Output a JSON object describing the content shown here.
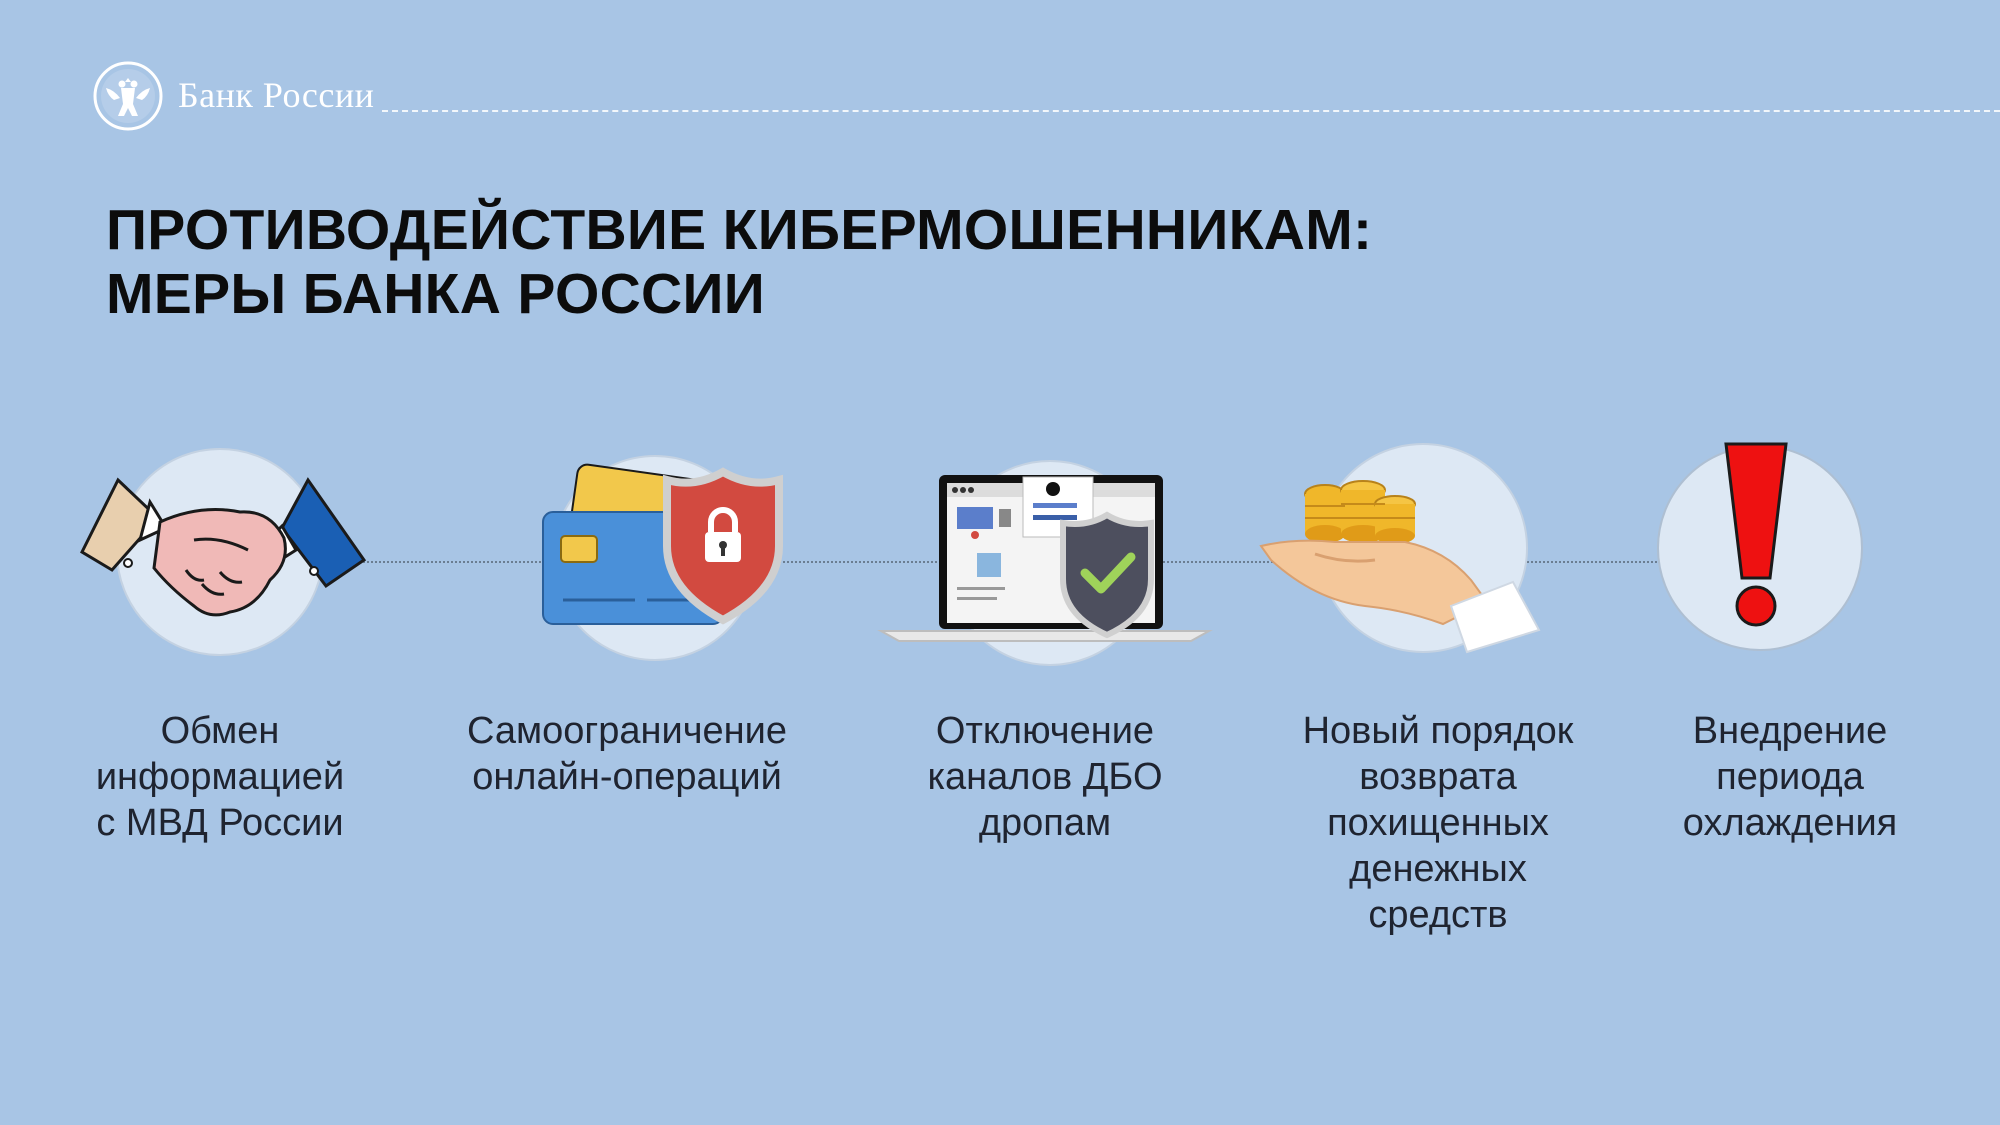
{
  "header": {
    "logo_text": "Банк России"
  },
  "title": {
    "line1": "ПРОТИВОДЕЙСТВИЕ КИБЕРМОШЕННИКАМ:",
    "line2": "МЕРЫ БАНКА РОССИИ"
  },
  "colors": {
    "background": "#a8c5e5",
    "circle": "#dde8f4",
    "shield_red": "#d24a40",
    "alert_red": "#ee1111",
    "coin_gold": "#f0b72a"
  },
  "measures": [
    {
      "icon": "handshake-icon",
      "lines": [
        "Обмен",
        "информацией",
        "с МВД России"
      ]
    },
    {
      "icon": "card-shield-icon",
      "lines": [
        "Самоограничение",
        "онлайн-операций"
      ]
    },
    {
      "icon": "laptop-shield-icon",
      "lines": [
        "Отключение",
        "каналов ДБО",
        "дропам"
      ]
    },
    {
      "icon": "coins-hand-icon",
      "lines": [
        "Новый порядок",
        "возврата",
        "похищенных",
        "денежных",
        "средств"
      ]
    },
    {
      "icon": "exclamation-icon",
      "lines": [
        "Внедрение",
        "периода",
        "охлаждения"
      ]
    }
  ]
}
